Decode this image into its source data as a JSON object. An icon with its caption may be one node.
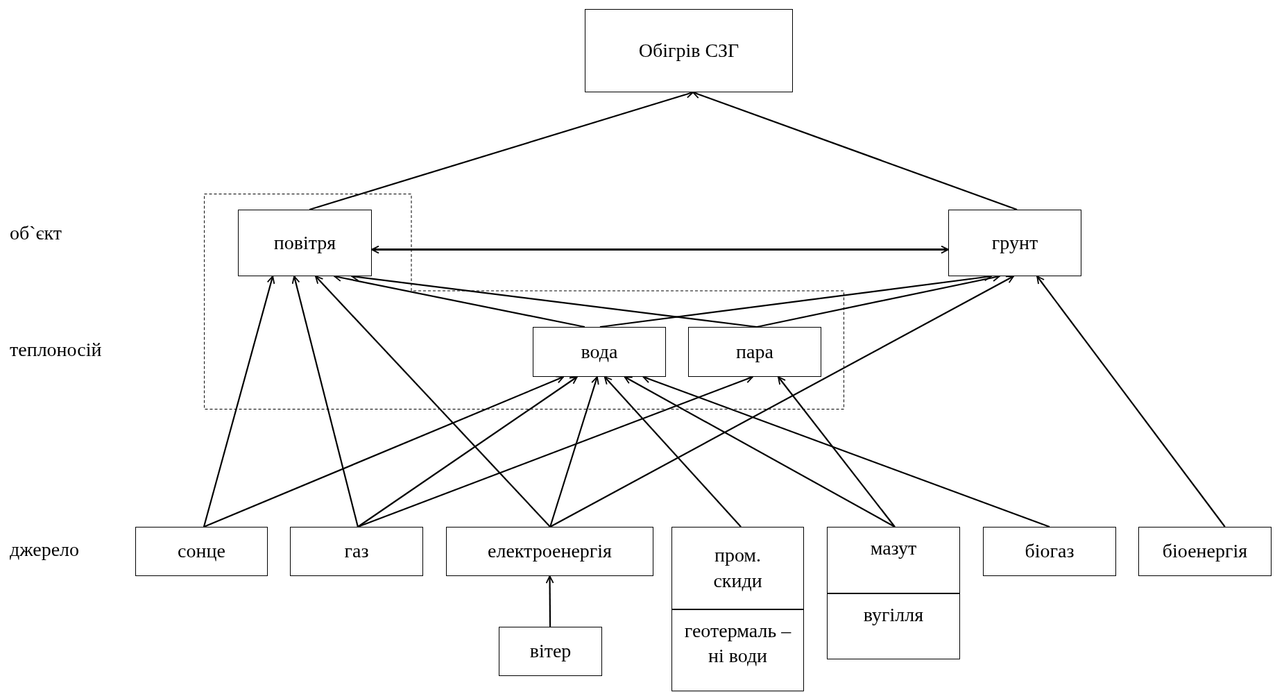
{
  "diagram": {
    "nodes": [
      {
        "text": [
          "Обігрів СЗГ"
        ]
      },
      {
        "text": [],
        "shape": "box"
      },
      {
        "text": [
          "повітря"
        ],
        "in": 1
      },
      {
        "text": [
          "грунт"
        ]
      },
      {
        "text": [
          "вода"
        ],
        "in": 1
      },
      {
        "text": [
          "пара"
        ],
        "in": 1
      },
      {
        "text": [
          "сонце"
        ]
      },
      {
        "text": [
          "газ"
        ]
      },
      {
        "text": [
          "електроенергія"
        ]
      },
      {
        "text": [
          "пром. скиди"
        ]
      },
      {
        "text": [
          "геотермаль –ні води"
        ]
      },
      {
        "text": [
          "мазут"
        ]
      },
      {
        "text": [
          "вугілля"
        ]
      },
      {
        "text": [
          "біогаз"
        ]
      },
      {
        "text": [
          "біоенергія"
        ]
      },
      {
        "text": [
          "вітер"
        ]
      }
    ],
    "edges": [
      {
        "from": 2,
        "to": 0,
        "arrow": "to"
      },
      {
        "from": 3,
        "to": 0,
        "arrow": "to"
      },
      {
        "from": 2,
        "to": 3,
        "arrow": "both"
      },
      {
        "from": 4,
        "to": 2,
        "arrow": "to"
      },
      {
        "from": 4,
        "to": 3,
        "arrow": "to"
      },
      {
        "from": 5,
        "to": 2,
        "arrow": "to"
      },
      {
        "from": 5,
        "to": 3,
        "arrow": "to"
      },
      {
        "from": 6,
        "to": 2,
        "arrow": "to"
      },
      {
        "from": 6,
        "to": 4,
        "arrow": "to"
      },
      {
        "from": 7,
        "to": 2,
        "arrow": "to"
      },
      {
        "from": 7,
        "to": 4,
        "arrow": "to"
      },
      {
        "from": 7,
        "to": 5,
        "arrow": "to"
      },
      {
        "from": 8,
        "to": 2,
        "arrow": "to"
      },
      {
        "from": 8,
        "to": 4,
        "arrow": "to"
      },
      {
        "from": 8,
        "to": 3,
        "arrow": "to"
      },
      {
        "from": 9,
        "to": 4,
        "arrow": "to"
      },
      {
        "from": 11,
        "to": 4,
        "arrow": "to"
      },
      {
        "from": 11,
        "to": 5,
        "arrow": "to"
      },
      {
        "from": 13,
        "to": 4,
        "arrow": "to"
      },
      {
        "from": 14,
        "to": 3,
        "arrow": "to"
      },
      {
        "from": 15,
        "to": 8,
        "arrow": "to"
      }
    ],
    "labels": [
      "об`єкт",
      "теплоносій",
      "джерело"
    ]
  }
}
